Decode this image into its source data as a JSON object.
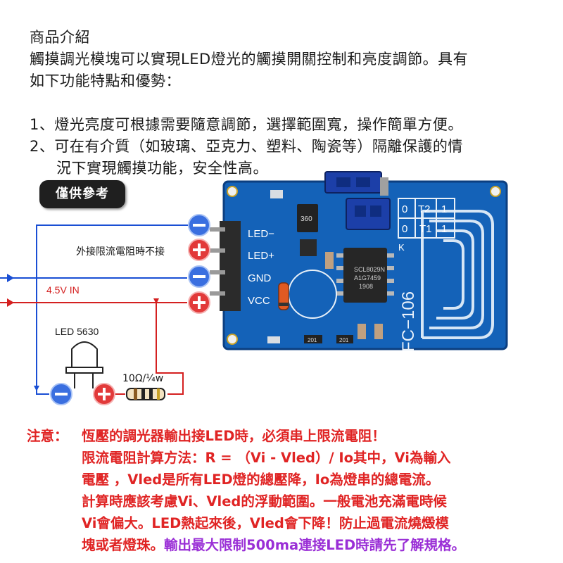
{
  "intro": {
    "heading": "商品介紹",
    "line1": "觸摸調光模塊可以實現LED燈光的觸摸開關控制和亮度調節。具有",
    "line2": "如下功能特點和優勢：",
    "item1": "1、燈光亮度可根據需要隨意調節，選擇範圍寬，操作簡單方便。",
    "item2a": "2、可在有介質（如玻璃、亞克力、塑料、陶瓷等）隔離保護的情",
    "item2b": "況下實現觸摸功能，安全性高。"
  },
  "badge": "僅供參考",
  "wiring": {
    "resistor_note": "外接限流電阻時不接",
    "voltage": "4.5V IN",
    "led_label": "LED 5630",
    "resistor_label": "10Ω/¼w",
    "plus": "+",
    "minus": "−"
  },
  "board": {
    "pin_ledneg": "LED−",
    "pin_ledpos": "LED+",
    "pin_gnd": "GND",
    "pin_vcc": "VCC",
    "t2_left": "0",
    "t2_mid": "T2",
    "t2_right": "1",
    "t1_left": "0",
    "t1_mid": "T1",
    "t1_right": "1",
    "model": "FC−106",
    "chip_line1": "SCL8029N",
    "chip_line2": "A1G7459",
    "chip_line3": "1908",
    "smd_code": "360",
    "smd_code2": "201",
    "smd_code3": "201",
    "pin_k": "K"
  },
  "note": {
    "label": "注意：",
    "line1": "恆壓的調光器輸出接LED時，必須串上限流電阻！",
    "line2": "限流電阻計算方法：R = （Vi - Vled）/ Io其中，Vi為輸入",
    "line3": "電壓 ，Vled是所有LED燈的總壓降，Io為燈串的總電流。",
    "line4": "計算時應該考慮Vi、Vled的浮動範圍。一般電池充滿電時候",
    "line5": "Vi會偏大。LED熱起來後，Vled會下降！防止過電流燒燬模",
    "line6a": "塊或者燈珠。",
    "line6b": "輸出最大限制500ma連接LED時請先了解規格。"
  },
  "colors": {
    "pcb": "#1462b8",
    "wire_blue": "#1a4fd4",
    "wire_red": "#d42020",
    "note_red": "#e02424",
    "note_purple": "#9a2fd6"
  }
}
